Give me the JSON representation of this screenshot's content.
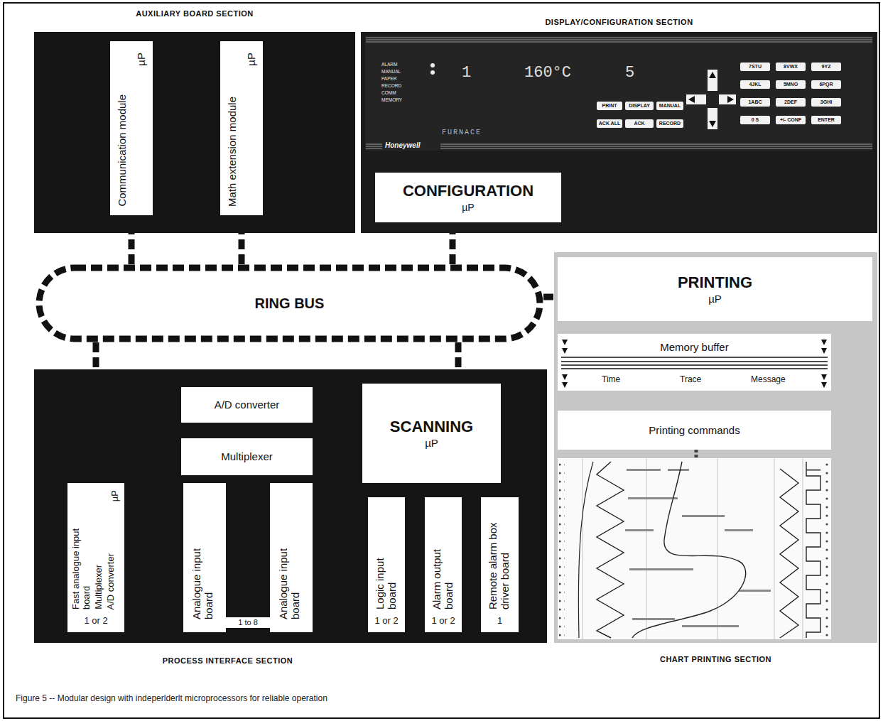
{
  "diagram": {
    "caption": "Figure 5 -- Modular design with indeperlderlt microprocessors for reliable operation",
    "nodes": [
      {
        "text": [
          "AUXILIARY BOARD SECTION"
        ]
      },
      {
        "text": [
          "Communication module",
          "µP"
        ],
        "in": 0
      },
      {
        "text": [
          "Math extension module",
          "µP"
        ],
        "in": 0
      },
      {
        "text": [
          "DISPLAY/CONFIGURATION SECTION"
        ]
      },
      {
        "text": [
          "CONFIGURATION",
          "µP"
        ],
        "in": 3
      },
      {
        "text": [
          "RING BUS"
        ]
      },
      {
        "text": [
          "CHART PRINTING SECTION"
        ]
      },
      {
        "text": [
          "PRINTING",
          "µP"
        ],
        "in": 6
      },
      {
        "text": [
          "Memory buffer",
          "Time",
          "Trace",
          "Message"
        ],
        "in": 6
      },
      {
        "text": [
          "Printing commands"
        ],
        "in": 6
      },
      {
        "text": [
          "PROCESS INTERFACE SECTION"
        ]
      },
      {
        "text": [
          "A/D converter"
        ],
        "in": 10
      },
      {
        "text": [
          "Multiplexer"
        ],
        "in": 10
      },
      {
        "text": [
          "SCANNING",
          "µP"
        ],
        "in": 10
      },
      {
        "text": [
          "Fast analogue input board",
          "Multiplexer",
          "A/D converter",
          "µP",
          "1 or 2"
        ],
        "in": 10
      },
      {
        "text": [
          "Analogue input board"
        ],
        "in": 10
      },
      {
        "text": [
          "Analogue input board"
        ],
        "in": 10
      },
      {
        "text": [
          "Logic input board",
          "1 or 2"
        ],
        "in": 10
      },
      {
        "text": [
          "Alarm output board",
          "1 or 2"
        ],
        "in": 10
      },
      {
        "text": [
          "Remote alarm box driver board",
          "1"
        ],
        "in": 10
      }
    ],
    "edges": [
      {
        "from": 5,
        "to": 1,
        "arrow": "none"
      },
      {
        "from": 5,
        "to": 2,
        "arrow": "none"
      },
      {
        "from": 5,
        "to": 4,
        "arrow": "none"
      },
      {
        "from": 5,
        "to": 7,
        "arrow": "none"
      },
      {
        "from": 5,
        "to": 10,
        "arrow": "none"
      },
      {
        "from": 5,
        "to": 13,
        "arrow": "none"
      },
      {
        "from": 7,
        "to": 8,
        "arrow": "none"
      },
      {
        "from": 8,
        "to": 9,
        "arrow": "none"
      }
    ],
    "labels": [
      "ALARM",
      "MANUAL",
      "PAPER",
      "RECORD",
      "COMM",
      "MEMORY",
      "1",
      "160°C",
      "5",
      "FURNACE",
      "PRINT",
      "DISPLAY",
      "MANUAL",
      "ACK ALL",
      "ACK",
      "RECORD",
      "7STU",
      "8VWX",
      "9YZ",
      "4JKL",
      "5MNO",
      "6PQR",
      "1ABC",
      "2DEF",
      "3GHI",
      "0 S",
      "+/- CONF",
      "ENTER",
      "Honeywell",
      "1 to 8"
    ]
  }
}
